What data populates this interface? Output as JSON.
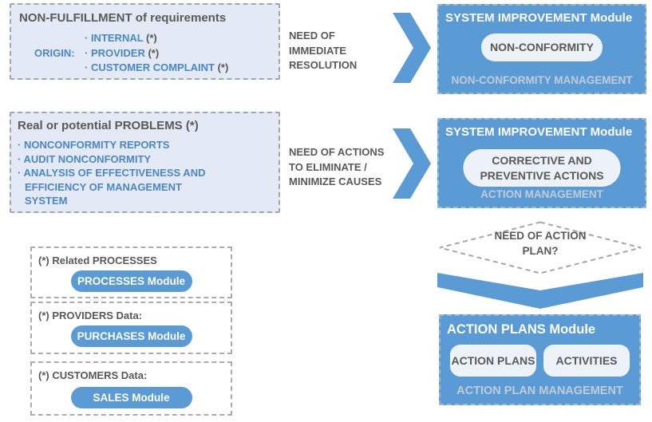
{
  "colors": {
    "blue": "#5b9bd5",
    "light_blue_fill": "#e3eaf5",
    "pill_light_fill": "#edf1f8",
    "gray_text": "#595959",
    "blue_text": "#4a86c8",
    "muted_footer_text": "#c3cbd7",
    "dashed_border_gray": "#a6a6a6"
  },
  "row1": {
    "left_box": {
      "title": "NON-FULFILLMENT of requirements",
      "origin_label": "ORIGIN:",
      "items": [
        {
          "text": "· INTERNAL ",
          "star": "(*)"
        },
        {
          "text": "· PROVIDER ",
          "star": "(*)"
        },
        {
          "text": "· CUSTOMER COMPLAINT ",
          "star": "(*)"
        }
      ]
    },
    "need_label": "NEED OF\nIMMEDIATE\nRESOLUTION",
    "module_box": {
      "title": "SYSTEM IMPROVEMENT Module",
      "pill": "NON-CONFORMITY",
      "footer": "NON-CONFORMITY MANAGEMENT"
    }
  },
  "row2": {
    "left_box": {
      "title": "Real or potential PROBLEMS (*)",
      "items": [
        "· NONCONFORMITY REPORTS",
        "· AUDIT NONCONFORMITY",
        "· ANALYSIS OF EFFECTIVENESS AND\nEFFICIENCY OF MANAGEMENT\nSYSTEM"
      ]
    },
    "need_label": "NEED OF ACTIONS\nTO ELIMINATE /\nMINIMIZE CAUSES",
    "module_box": {
      "title": "SYSTEM IMPROVEMENT Module",
      "pill": "CORRECTIVE AND\nPREVENTIVE ACTIONS",
      "footer": "ACTION MANAGEMENT"
    }
  },
  "decision": {
    "question": "NEED OF ACTION\nPLAN?"
  },
  "action_plans_box": {
    "title": "ACTION PLANS Module",
    "pills": [
      "ACTION PLANS",
      "ACTIVITIES"
    ],
    "footer": "ACTION PLAN MANAGEMENT"
  },
  "reference_boxes": [
    {
      "label": "(*) Related PROCESSES",
      "pill": "PROCESSES Module"
    },
    {
      "label": "(*) PROVIDERS Data:",
      "pill": "PURCHASES Module"
    },
    {
      "label": "(*) CUSTOMERS Data:",
      "pill": "SALES Module"
    }
  ]
}
